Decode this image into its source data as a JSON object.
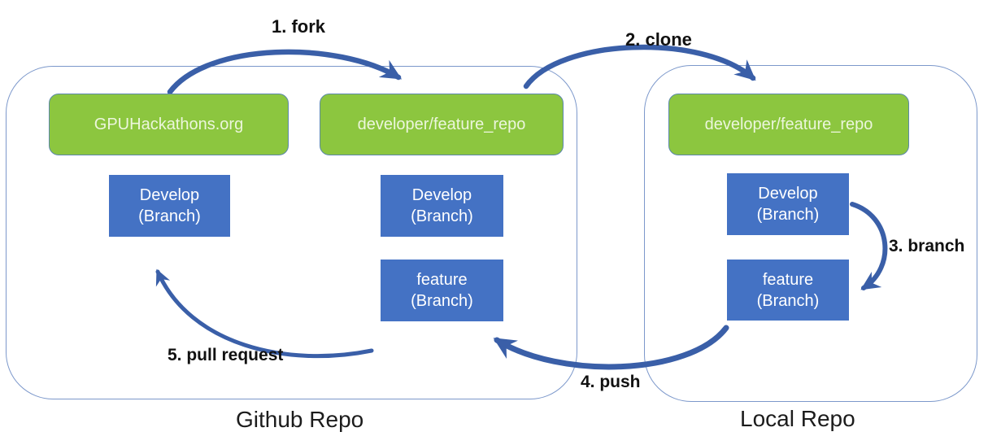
{
  "containers": {
    "github": {
      "label": "Github Repo"
    },
    "local": {
      "label": "Local Repo"
    }
  },
  "repos": {
    "upstream": {
      "label": "GPUHackathons.org"
    },
    "remote_fork": {
      "label": "developer/feature_repo"
    },
    "local_clone": {
      "label": "developer/feature_repo"
    }
  },
  "branches": {
    "upstream_develop": {
      "name": "Develop",
      "kind": "(Branch)"
    },
    "remote_develop": {
      "name": "Develop",
      "kind": "(Branch)"
    },
    "remote_feature": {
      "name": "feature",
      "kind": "(Branch)"
    },
    "local_develop": {
      "name": "Develop",
      "kind": "(Branch)"
    },
    "local_feature": {
      "name": "feature",
      "kind": "(Branch)"
    }
  },
  "steps": {
    "fork": {
      "label": "1. fork"
    },
    "clone": {
      "label": "2. clone"
    },
    "branch": {
      "label": "3. branch"
    },
    "push": {
      "label": "4. push"
    },
    "pull_request": {
      "label": "5. pull request"
    }
  },
  "colors": {
    "repo_box_fill": "#8CC63F",
    "repo_box_border": "#5B87AB",
    "repo_box_text": "#ECF6DC",
    "branch_box_fill": "#4472C4",
    "branch_box_text": "#FFFFFF",
    "arrow": "#3A5FA8",
    "container_border": "#7C98CB",
    "label_text": "#111111"
  }
}
